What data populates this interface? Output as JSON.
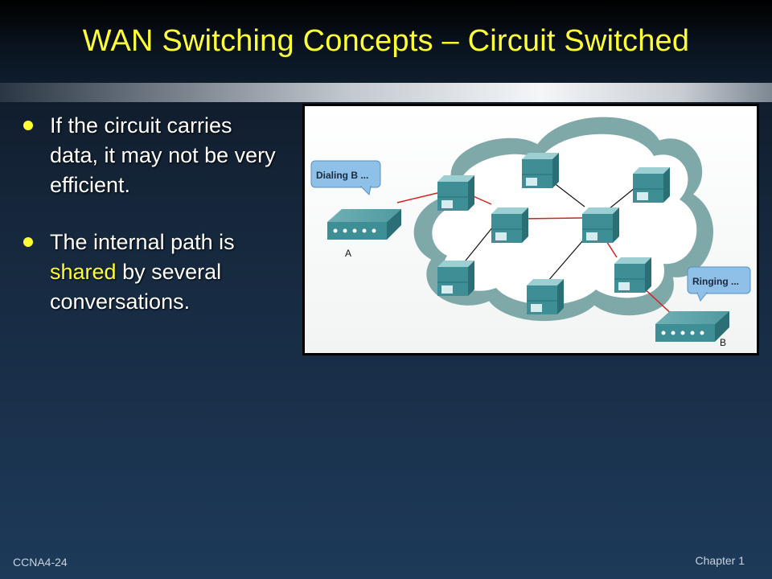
{
  "slide": {
    "title": "WAN Switching Concepts – Circuit Switched",
    "bullets": [
      {
        "text": "If the circuit carries data, it may not be very efficient."
      },
      {
        "before": "The internal path is ",
        "highlight": "shared",
        "after": " by several conversations."
      }
    ],
    "footer_left": "CCNA4-24",
    "footer_right": "Chapter 1"
  },
  "diagram": {
    "callout_a": "Dialing B ...",
    "callout_b": "Ringing ...",
    "label_a": "A",
    "label_b": "B"
  },
  "colors": {
    "title": "#ffff33",
    "highlight": "#ffff33",
    "active_link": "#d42020",
    "idle_link": "#111111",
    "cloud": "#7fa8a8",
    "switch": "#3d8f95"
  }
}
